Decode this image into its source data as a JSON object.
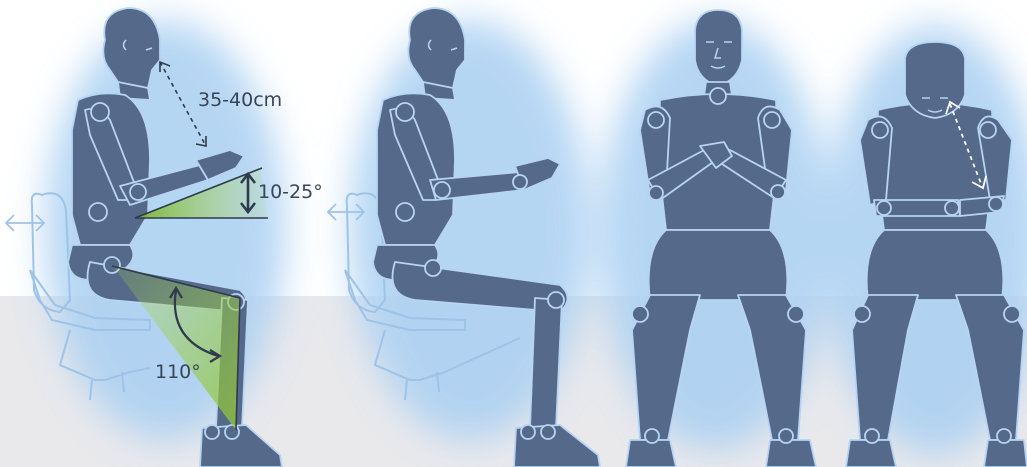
{
  "colors": {
    "background_top": "#ffffff",
    "floor": "#e9e9ec",
    "figure_fill": "#55698a",
    "figure_outline": "#b7d4f2",
    "glow": "#a9cff2",
    "joint_fill": "#55698a",
    "chair_outline": "#9ec3e8",
    "angle_fill": "#8ec43a",
    "measure_line": "#2f3b4c",
    "label_text": "#3a4556"
  },
  "icons": {
    "chair_recline_arrow_1": "double-arrow-horizontal-icon",
    "chair_recline_arrow_2": "double-arrow-horizontal-icon",
    "tilt_arrow": "double-arrow-vertical-icon",
    "knee_angle_arc": "curved-double-arrow-icon",
    "eye_distance_1": "dashed-double-arrow-icon",
    "eye_distance_2": "dashed-double-arrow-icon"
  },
  "labels": {
    "eye_distance": "35-40cm",
    "tilt_angle": "10-25°",
    "knee_angle": "110°"
  }
}
